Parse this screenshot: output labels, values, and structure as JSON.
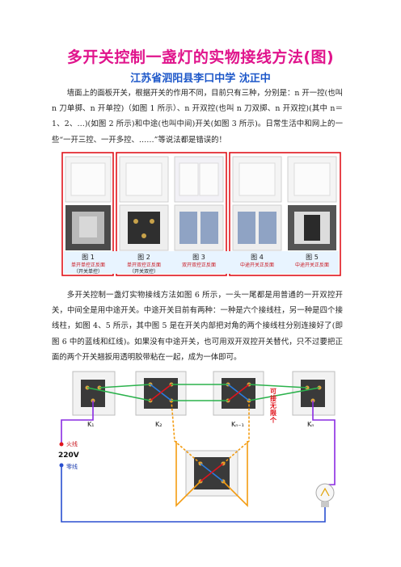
{
  "title": "多开关控制一盏灯的实物接线方法(图)",
  "subtitle": "江苏省泗阳县李口中学 沈正中",
  "paragraph1": "墙面上的面板开关，根据开关的作用不同，目前只有三种，分别是：n 开一控(也叫 n 刀单掷、n 开单控)（如图 1 所示）、n 开双控(也叫 n 刀双掷、n 开双控)(其中 n＝1、2、…)(如图 2 所示)和中途(也叫中间)开关(如图 3 所示)。日常生活中和网上的一些“一开三控、一开多控、……”等说法都是错误的！",
  "paragraph2": "多开关控制一盏灯实物接线方法如图 6 所示，一头一尾都是用普通的一开双控开关，中间全是用中途开关。中途开关目前有两种：一种是六个接线柱，另一种是四个接线柱，如图 4、5 所示，其中图 5 是在开关内部把对角的两个接线柱分别连接好了(即图 6 中的蓝线和红线)。如果没有中途开关，也可用双开双控开关替代，只不过要把正面的两个开关翘扳用透明胶带粘在一起，成为一体即可。",
  "figures": [
    {
      "label": "图 1",
      "caption": "单开单控正反面",
      "note": "（开关单控）"
    },
    {
      "label": "图 2",
      "caption": "单开双控正反面",
      "note": "（开关双控）"
    },
    {
      "label": "图 3",
      "caption": "双开双控正反面",
      "note": ""
    },
    {
      "label": "图 4",
      "caption": "中途开关正反面",
      "note": ""
    },
    {
      "label": "图 5",
      "caption": "中途开关正反面",
      "note": ""
    }
  ],
  "wiring": {
    "k1": "K₁",
    "k2": "K₂",
    "kn1": "Kₙ₋₁",
    "kn": "Kₙ",
    "fire": "火线",
    "voltage": "220V",
    "zero": "零线",
    "unlimited": "可接无限个"
  }
}
